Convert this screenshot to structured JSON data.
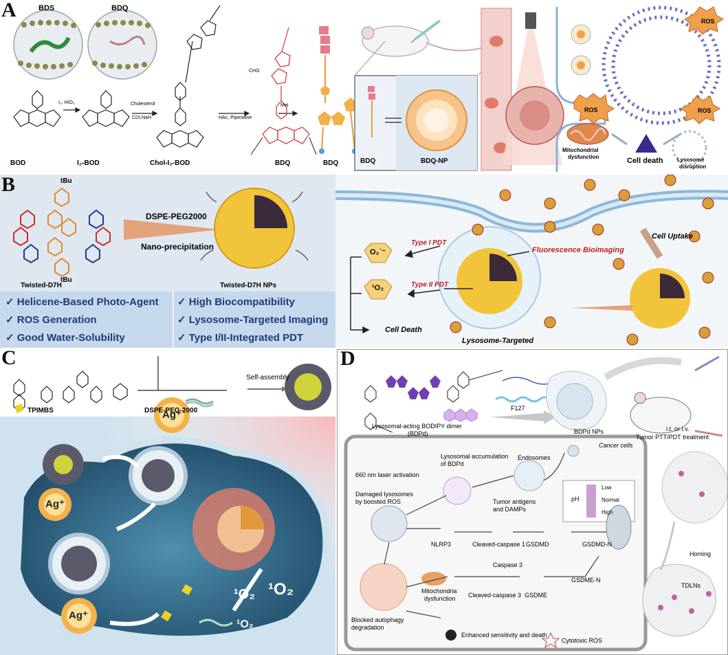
{
  "panels": {
    "a": {
      "letter": "A",
      "bds": "BDS",
      "bdq_top": "BDQ",
      "reagent1": "I₂, HIO₃",
      "reagent2a": "Cholesterol",
      "reagent2b": "CDI,NaH",
      "reagent3": "HAc, Piperidine",
      "reagent3_aldehyde": "CHO",
      "reagent4": "MeI",
      "label_bod": "BOD",
      "label_i2bod": "I₂-BOD",
      "label_chol": "Chol-I₂-BOD",
      "label_bdq1": "BDQ",
      "label_bdq2": "BDQ",
      "inset_bdq": "BDQ",
      "inset_np": "BDQ-NP",
      "ros1": "ROS",
      "ros2": "ROS",
      "ros3": "ROS",
      "mito": "Mitochondrial",
      "mito2": "dysfunction",
      "cell_death": "Cell death",
      "lyso1": "Lysosome",
      "lyso2": "disruption"
    },
    "b": {
      "letter": "B",
      "tbu_top": "tBu",
      "tbu_bottom": "tBu",
      "arrow_top": "DSPE-PEG2000",
      "arrow_bottom": "Nano-precipitation",
      "mol_label": "Twisted-D7H",
      "np_label": "Twisted-D7H NPs",
      "features_left": [
        "✓ Helicene-Based Photo-Agent",
        "✓ ROS Generation",
        "✓ Good Water-Solubility"
      ],
      "features_right": [
        "✓ High Biocompatibility",
        "✓ Lysosome-Targeted Imaging",
        "✓ Type I/II-Integrated PDT"
      ],
      "cell_uptake": "Cell Uptake",
      "o2_radical": "O₂˙⁻",
      "singlet": "¹O₂",
      "type1": "Type I PDT",
      "type2": "Type II PDT",
      "fluor": "Fluorescence Bioimaging",
      "cell_death": "Cell Death",
      "lyso_target": "Lysosome-Targeted"
    },
    "c": {
      "letter": "C",
      "tpimbs": "TPIMBS",
      "dspe": "DSPE-PEG-2000",
      "self_assembly": "Self-assembly",
      "ag": "Ag⁺",
      "singlet": "¹O₂"
    },
    "d": {
      "letter": "D",
      "bdpd_title1": "Lysosomal-acting BODIPY dimer",
      "bdpd_title2": "(BDPd)",
      "f127": "F127",
      "nps": "BDPd NPs",
      "route": "i.t. or i.v.",
      "treatment": "Tumor PTT/PDT treatment",
      "cancer_cells": "Cancer cells",
      "accum1": "Lysosomal accumulation",
      "accum2": "of BDPd",
      "endosomes": "Endosomes",
      "laser": "660 nm laser activation",
      "damaged1": "Damaged lysosomes",
      "damaged2": "by boosted ROS",
      "antigens1": "Tumor antigens",
      "antigens2": "and DAMPs",
      "ph": "pH",
      "ph_low": "Low",
      "ph_normal": "Normal",
      "ph_high": "High",
      "nlrp3": "NLRP3",
      "cc1": "Cleaved-caspase 1",
      "gsdmd": "GSDMD",
      "gsdmdn": "GSDMD-N",
      "caspase3": "Caspase 3",
      "mito1": "Mitochondria",
      "mito2": "dysfunction",
      "cc3": "Cleaved-caspase 3",
      "gsdme": "GSDME",
      "gsdmen": "GSDME-N",
      "homing": "Homing",
      "tdlns": "TDLNs",
      "blocked1": "Blocked autophagy",
      "blocked2": "degradation",
      "enhanced": "Enhanced sensitivity and death",
      "cytotoxic": "Cytotoxic ROS"
    }
  }
}
